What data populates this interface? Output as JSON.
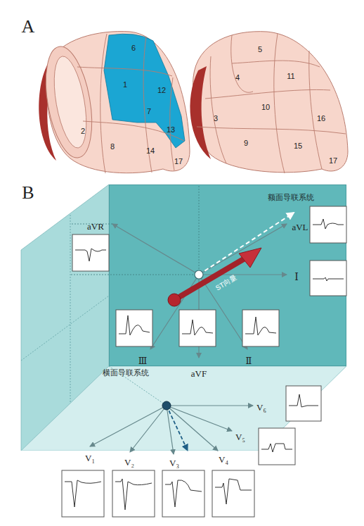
{
  "diagram": {
    "nodes": [
      {
        "text": [
          "额面导联系统"
        ]
      },
      {
        "text": [
          "横面导联系统"
        ]
      }
    ],
    "labels": [
      "A",
      "6",
      "1",
      "12",
      "7",
      "13",
      "2",
      "8",
      "14",
      "17",
      "5",
      "4",
      "11",
      "3",
      "10",
      "16",
      "9",
      "15",
      "17",
      "B",
      "aVR",
      "aVL",
      "Ⅰ",
      "Ⅲ",
      "aVF",
      "Ⅱ",
      "ST向量",
      "V₁",
      "V₂",
      "V₃",
      "V₄",
      "V₅",
      "V₆"
    ]
  }
}
